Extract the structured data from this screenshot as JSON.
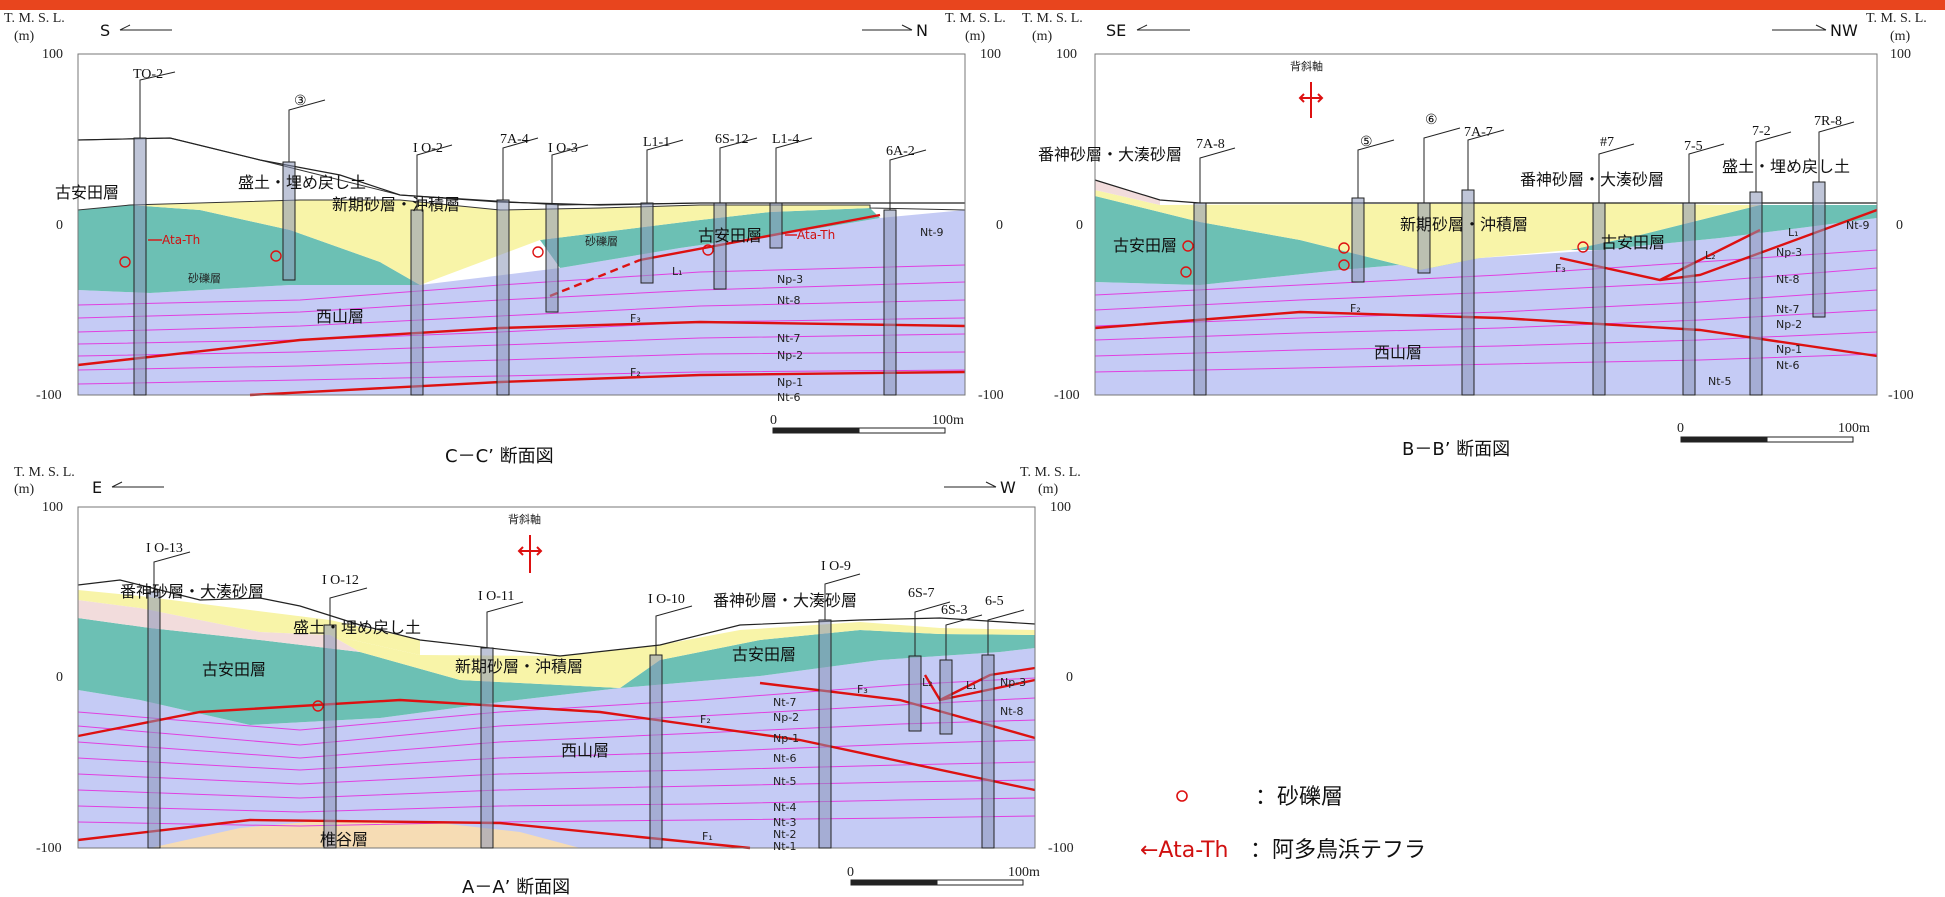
{
  "colors": {
    "banner": "#e8451e",
    "nishiyama": "#c5cbf5",
    "koyasuda": "#6cc0b4",
    "shinki": "#f8f4a8",
    "banjin": "#f2dcdc",
    "shiiya": "#f6dcb4",
    "fault": "#dd1111",
    "bedline": "#e040e0"
  },
  "axis": {
    "tmsl": "T. M. S. L.",
    "unit": "(m)",
    "v100": "100",
    "v0": "0",
    "vm100": "-100",
    "scale0": "0",
    "scale100": "100m"
  },
  "cc": {
    "title": "C－C’ 断面図",
    "dir_left": "S",
    "dir_right": "N",
    "boreholes": [
      "TO-2",
      "③",
      "I O-2",
      "7A-4",
      "I O-3",
      "L1-1",
      "6S-12",
      "L1-4",
      "6A-2"
    ],
    "labels": {
      "koyasuda_left": "古安田層",
      "morido": "盛土・埋め戻し土",
      "shinki": "新期砂層・沖積層",
      "sareki1": "砂礫層",
      "sareki2": "砂礫層",
      "koyasuda_right": "古安田層",
      "nishiyama": "西山層",
      "ata1": "Ata-Th",
      "ata2": "Ata-Th",
      "L1": "L₁",
      "F3": "F₃",
      "F2": "F₂",
      "Np3": "Np-3",
      "Nt8": "Nt-8",
      "Nt7": "Nt-7",
      "Np2": "Np-2",
      "Np1": "Np-1",
      "Nt6": "Nt-6",
      "Nt9": "Nt-9"
    }
  },
  "bb": {
    "title": "B－B’ 断面図",
    "dir_left": "SE",
    "dir_right": "NW",
    "anticline": "背斜軸",
    "boreholes": [
      "7A-8",
      "⑤",
      "⑥",
      "7A-7",
      "#7",
      "7-5",
      "7-2",
      "7R-8"
    ],
    "labels": {
      "banjin_left": "番神砂層・大湊砂層",
      "koyasuda_left": "古安田層",
      "shinki": "新期砂層・沖積層",
      "banjin_right": "番神砂層・大湊砂層",
      "morido": "盛土・埋め戻し土",
      "koyasuda_right": "古安田層",
      "nishiyama": "西山層",
      "F3": "F₃",
      "F2": "F₂",
      "L1": "L₁",
      "L2": "L₂",
      "Nt9": "Nt-9",
      "Np3": "Np-3",
      "Nt8": "Nt-8",
      "Nt7": "Nt-7",
      "Np2": "Np-2",
      "Np1": "Np-1",
      "Nt6": "Nt-6",
      "Nt5": "Nt-5"
    }
  },
  "aa": {
    "title": "A－A’ 断面図",
    "dir_left": "E",
    "dir_right": "W",
    "anticline": "背斜軸",
    "boreholes": [
      "I O-13",
      "I O-12",
      "I O-11",
      "I O-10",
      "I O-9",
      "6S-7",
      "6S-3",
      "6-5"
    ],
    "labels": {
      "banjin_left": "番神砂層・大湊砂層",
      "morido": "盛土・埋め戻し土",
      "koyasuda_left": "古安田層",
      "shinki": "新期砂層・沖積層",
      "banjin_right": "番神砂層・大湊砂層",
      "koyasuda_right": "古安田層",
      "nishiyama": "西山層",
      "shiiya": "椎谷層",
      "F3": "F₃",
      "F2": "F₂",
      "F1": "F₁",
      "L2": "L₂",
      "L1": "L₁",
      "Nt7": "Nt-7",
      "Np2": "Np-2",
      "Np1": "Np-1",
      "Nt6": "Nt-6",
      "Nt5": "Nt-5",
      "Nt4": "Nt-4",
      "Nt3": "Nt-3",
      "Nt2": "Nt-2",
      "Nt1": "Nt-1",
      "Np3": "Np-3",
      "Nt8": "Nt-8"
    }
  },
  "legend": {
    "circle_label": "：砂礫層",
    "arrow_label": "←Ata-Th",
    "arrow_desc": "：阿多鳥浜テフラ"
  }
}
